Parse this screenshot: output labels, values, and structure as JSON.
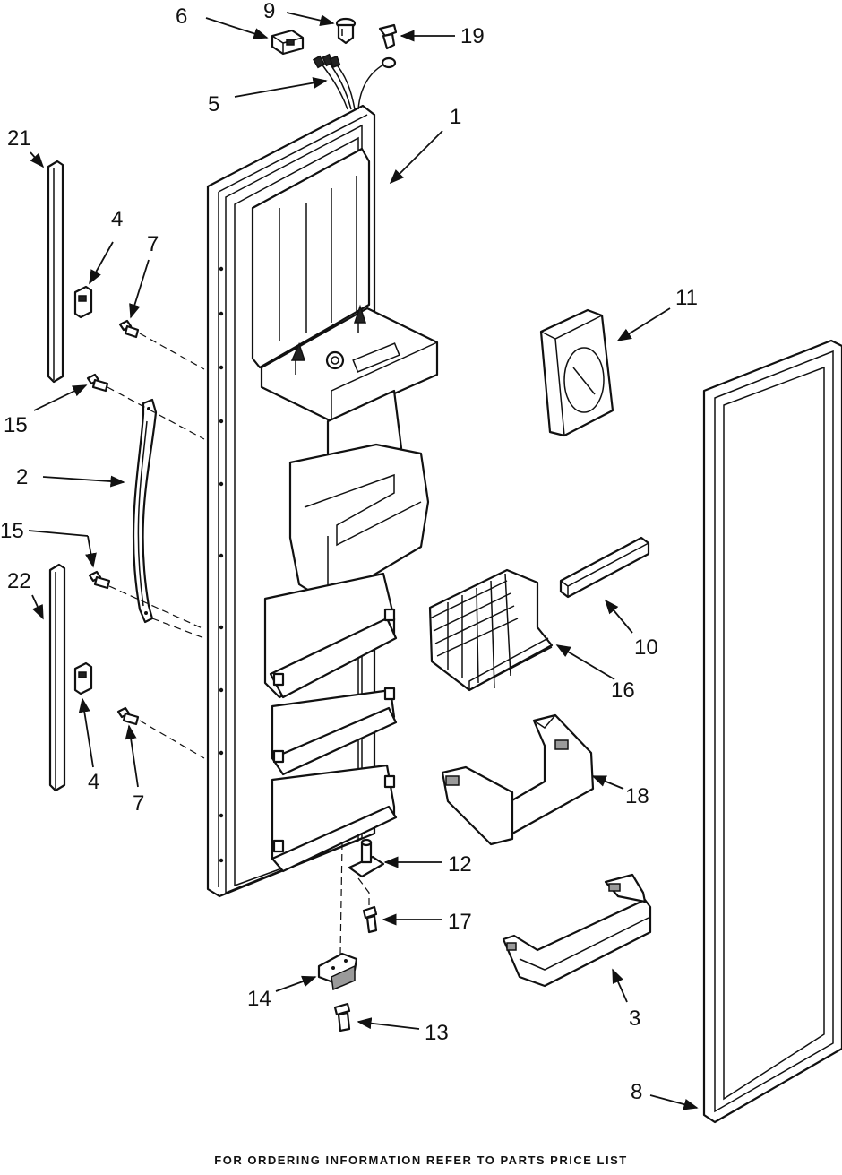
{
  "footer_text": "FOR ORDERING INFORMATION REFER TO PARTS PRICE LIST",
  "callouts": [
    {
      "id": "c6",
      "label": "6"
    },
    {
      "id": "c9",
      "label": "9"
    },
    {
      "id": "c19",
      "label": "19"
    },
    {
      "id": "c5",
      "label": "5"
    },
    {
      "id": "c1",
      "label": "1"
    },
    {
      "id": "c21",
      "label": "21"
    },
    {
      "id": "c4a",
      "label": "4"
    },
    {
      "id": "c7a",
      "label": "7"
    },
    {
      "id": "c11",
      "label": "11"
    },
    {
      "id": "c15a",
      "label": "15"
    },
    {
      "id": "c2",
      "label": "2"
    },
    {
      "id": "c15b",
      "label": "15"
    },
    {
      "id": "c22",
      "label": "22"
    },
    {
      "id": "c10",
      "label": "10"
    },
    {
      "id": "c16",
      "label": "16"
    },
    {
      "id": "c4b",
      "label": "4"
    },
    {
      "id": "c7b",
      "label": "7"
    },
    {
      "id": "c18",
      "label": "18"
    },
    {
      "id": "c12",
      "label": "12"
    },
    {
      "id": "c17",
      "label": "17"
    },
    {
      "id": "c14",
      "label": "14"
    },
    {
      "id": "c3",
      "label": "3"
    },
    {
      "id": "c13",
      "label": "13"
    },
    {
      "id": "c8",
      "label": "8"
    }
  ]
}
